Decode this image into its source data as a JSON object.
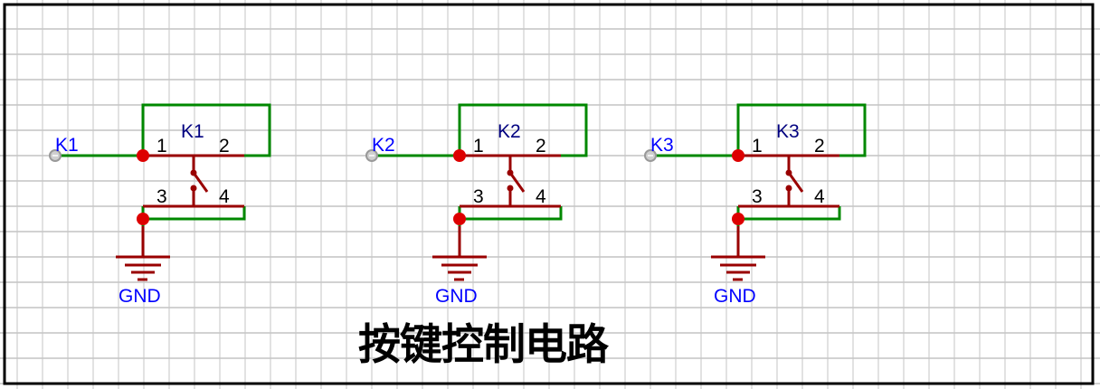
{
  "diagram": {
    "title": "按键控制电路",
    "colors": {
      "wire": "#008800",
      "component": "#990000",
      "junction": "#dd0000",
      "net_label": "#0000ff",
      "pin_number": "#000000",
      "ref_designator": "#000080",
      "port": "#999999",
      "port_fill": "#cfcfcf",
      "border": "#000000",
      "grid_major": "#c4c4c4",
      "grid_minor": "#e2e2e2"
    },
    "circuits": [
      {
        "id": "K1",
        "ref": "K1",
        "net_label": "K1",
        "ground_label": "GND",
        "pins": [
          "1",
          "2",
          "3",
          "4"
        ]
      },
      {
        "id": "K2",
        "ref": "K2",
        "net_label": "K2",
        "ground_label": "GND",
        "pins": [
          "1",
          "2",
          "3",
          "4"
        ]
      },
      {
        "id": "K3",
        "ref": "K3",
        "net_label": "K3",
        "ground_label": "GND",
        "pins": [
          "1",
          "2",
          "3",
          "4"
        ]
      }
    ]
  }
}
